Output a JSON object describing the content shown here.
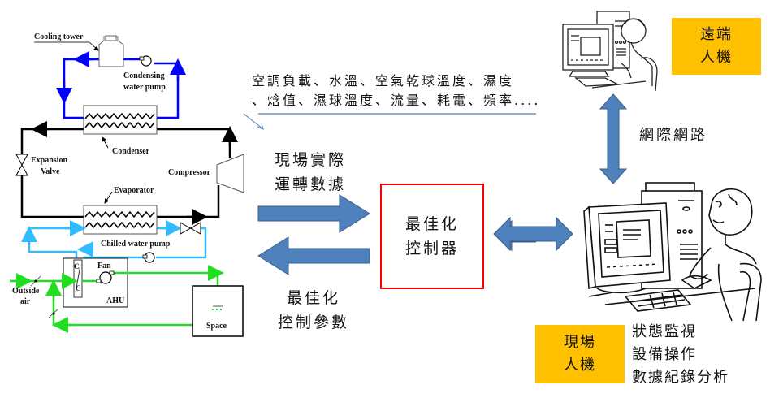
{
  "hvac_schematic": {
    "labels": {
      "cooling_tower": "Cooling tower",
      "condensing_pump_l1": "Condensing",
      "condensing_pump_l2": "water pump",
      "condenser": "Condenser",
      "expansion_valve_l1": "Expansion",
      "expansion_valve_l2": "Valve",
      "compressor": "Compressor",
      "evaporator": "Evaporator",
      "chilled_water_pump": "Chilled water pump",
      "fan": "Fan",
      "coil_c_top": "C",
      "coil_c_bottom": "C",
      "ahu": "AHU",
      "outside_air_l1": "Outside",
      "outside_air_l2": "air",
      "space": "Space"
    },
    "colors": {
      "condensing_loop": "#0000ff",
      "refrigerant_loop": "#000000",
      "chilled_water_loop": "#33bbff",
      "air_loop": "#22dd22"
    }
  },
  "callout": {
    "line1": "空調負載、水溫、空氣乾球溫度、濕度",
    "line2": "、焓值、濕球溫度、流量、耗電、頻率...."
  },
  "flows": {
    "field_data_l1": "現場實際",
    "field_data_l2": "運轉數據",
    "optimal_params_l1": "最佳化",
    "optimal_params_l2": "控制參數"
  },
  "controller": {
    "line1": "最佳化",
    "line2": "控制器"
  },
  "remote_hmi": {
    "line1": "遠端",
    "line2": "人機"
  },
  "internet_label": "網際網路",
  "local_hmi": {
    "line1": "現場",
    "line2": "人機",
    "functions": [
      "狀態監視",
      "設備操作",
      "數據紀錄分析"
    ]
  },
  "colors": {
    "arrow_fill": "#4f81bd",
    "arrow_stroke": "#385d8a",
    "controller_border": "#ff0000",
    "hmi_box": "#ffc000"
  }
}
